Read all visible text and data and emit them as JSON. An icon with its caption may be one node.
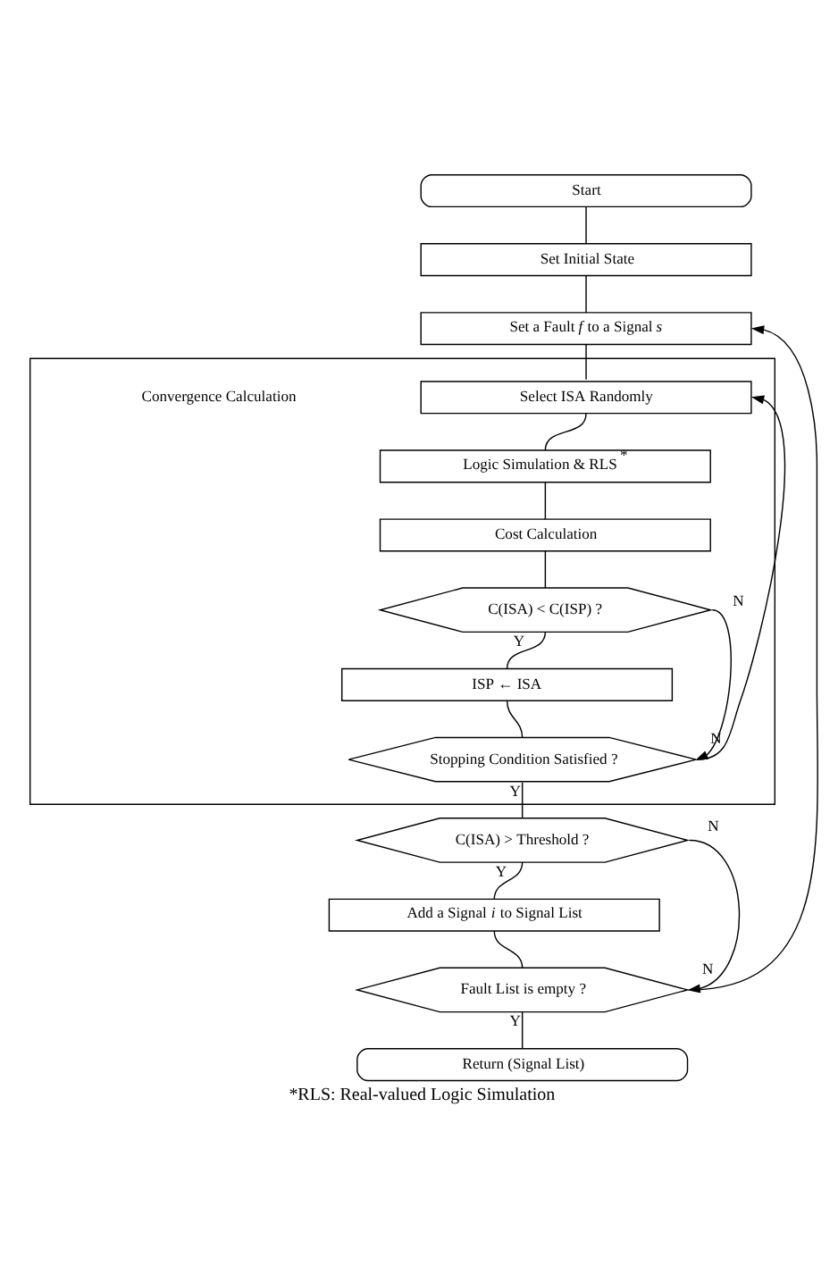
{
  "diagram": {
    "caption": "*RLS: Real-valued Logic Simulation",
    "nodes": [
      {
        "text": [
          "Start"
        ]
      },
      {
        "text": [
          "Set Initial State"
        ]
      },
      {
        "text": [
          "Set a Fault *f* to a Signal *s*"
        ]
      },
      {
        "text": [],
        "shape": "box"
      },
      {
        "text": [
          "Select ISA Randomly"
        ],
        "in": 3
      },
      {
        "text": [
          "Logic Simulation & RLS $^{*}$"
        ],
        "in": 3
      },
      {
        "text": [
          "Cost Calculation"
        ],
        "in": 3
      },
      {
        "text": [
          "C(ISA) < C(ISP) ?"
        ],
        "in": 3
      },
      {
        "text": [
          "ISP ← ISA"
        ],
        "in": 3
      },
      {
        "text": [
          "Stopping Condition Satisfied ?"
        ],
        "in": 3
      },
      {
        "text": [
          "C(ISA) > Threshold ?"
        ]
      },
      {
        "text": [
          "Add a Signal *i* to Signal List"
        ]
      },
      {
        "text": [
          "Fault List is empty ?"
        ]
      },
      {
        "text": [
          "Return (Signal List)"
        ]
      }
    ],
    "edges": [
      {
        "from": 0,
        "to": 1,
        "arrow": "none"
      },
      {
        "from": 1,
        "to": 2,
        "arrow": "none"
      },
      {
        "from": 2,
        "to": 4,
        "arrow": "none"
      },
      {
        "from": 4,
        "to": 5,
        "arrow": "none"
      },
      {
        "from": 5,
        "to": 6,
        "arrow": "none"
      },
      {
        "from": 6,
        "to": 7,
        "arrow": "none"
      },
      {
        "from": 7,
        "to": 8,
        "label": "Y",
        "arrow": "none"
      },
      {
        "from": 7,
        "to": 9,
        "label": "N",
        "arrow": "to"
      },
      {
        "from": 8,
        "to": 9,
        "arrow": "none"
      },
      {
        "from": 9,
        "to": 4,
        "label": "N",
        "arrow": "to"
      },
      {
        "from": 9,
        "to": 10,
        "label": "Y",
        "arrow": "none"
      },
      {
        "from": 10,
        "to": 11,
        "label": "Y",
        "arrow": "none"
      },
      {
        "from": 10,
        "to": 12,
        "label": "N",
        "arrow": "to"
      },
      {
        "from": 11,
        "to": 12,
        "arrow": "none"
      },
      {
        "from": 12,
        "to": 13,
        "label": "Y",
        "arrow": "none"
      },
      {
        "from": 12,
        "to": 2,
        "label": "N",
        "arrow": "to"
      }
    ],
    "labels": [
      "Convergence Calculation"
    ]
  }
}
